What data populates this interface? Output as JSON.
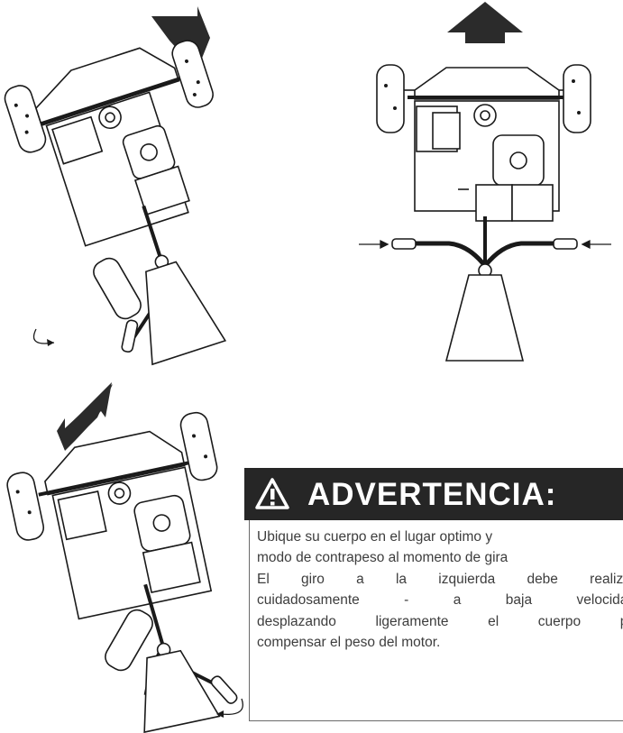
{
  "warning": {
    "title": "ADVERTENCIA:",
    "icon": "exclamation-triangle-icon",
    "lines": [
      "Ubique su cuerpo en el lugar optimo y",
      "modo de contrapeso al momento de gira",
      "El giro a la izquierda debe realizar",
      "cuidadosamente - a baja velocidad",
      "desplazando ligeramente el cuerpo pa",
      "compensar el peso del motor."
    ]
  },
  "colors": {
    "bar": "#262626",
    "text": "#3d3d3d",
    "line": "#1a1a1a",
    "arrow": "#2b2b2b"
  },
  "figures": [
    {
      "id": "turn-right",
      "direction": "up-right"
    },
    {
      "id": "straight",
      "direction": "up"
    },
    {
      "id": "turn-left",
      "direction": "up-left"
    }
  ]
}
